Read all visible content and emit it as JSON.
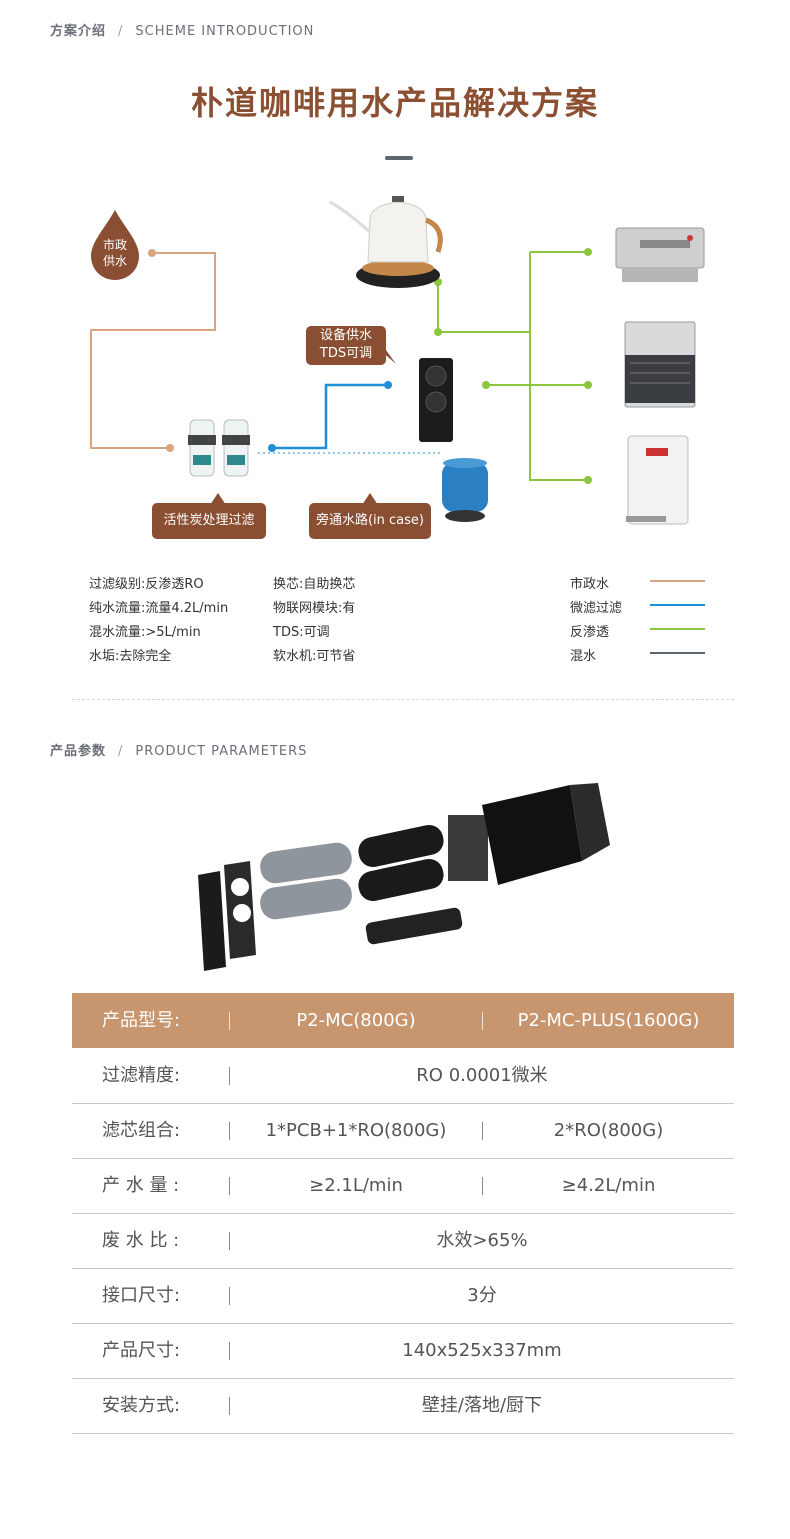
{
  "scheme_header": {
    "cn": "方案介绍",
    "sep": "/",
    "en": "SCHEME INTRODUCTION"
  },
  "main_title": "朴道咖啡用水产品解决方案",
  "callouts": {
    "municipal": "市政\n供水",
    "device_supply": "设备供水\nTDS可调",
    "carbon": "活性炭处理过滤",
    "bypass": "旁通水路(in case)"
  },
  "specs": [
    "过滤级别:反渗透RO",
    "纯水流量:流量4.2L/min",
    "混水流量:>5L/min",
    "水垢:去除完全",
    "换芯:自助换芯",
    "物联网模块:有",
    "TDS:可调",
    "软水机:可节省"
  ],
  "legend": [
    {
      "label": "市政水",
      "color": "#d8a57f"
    },
    {
      "label": "微滤过滤",
      "color": "#1f8fd6"
    },
    {
      "label": "反渗透",
      "color": "#8cc63f"
    },
    {
      "label": "混水",
      "color": "#5b6670"
    }
  ],
  "params_header": {
    "cn": "产品参数",
    "sep": "/",
    "en": "PRODUCT PARAMETERS"
  },
  "table": {
    "header": {
      "label": "产品型号:",
      "c1": "P2-MC(800G)",
      "c2": "P2-MC-PLUS(1600G)"
    },
    "rows": [
      {
        "label": "过滤精度:",
        "span": "RO 0.0001微米"
      },
      {
        "label": "滤芯组合:",
        "c1": "1*PCB+1*RO(800G)",
        "c2": "2*RO(800G)"
      },
      {
        "label": "产 水 量 :",
        "c1": "≥2.1L/min",
        "c2": "≥4.2L/min"
      },
      {
        "label": "废 水 比 :",
        "span": "水效>65%"
      },
      {
        "label": "接口尺寸:",
        "span": "3分"
      },
      {
        "label": "产品尺寸:",
        "span": "140x525x337mm"
      },
      {
        "label": "安装方式:",
        "span": "壁挂/落地/厨下"
      }
    ]
  },
  "colors": {
    "brand": "#8a4f33",
    "header_row": "#c8966e",
    "municipal": "#d8a57f",
    "micro": "#1f8fd6",
    "ro": "#8cc63f",
    "mixed": "#5b6670"
  }
}
